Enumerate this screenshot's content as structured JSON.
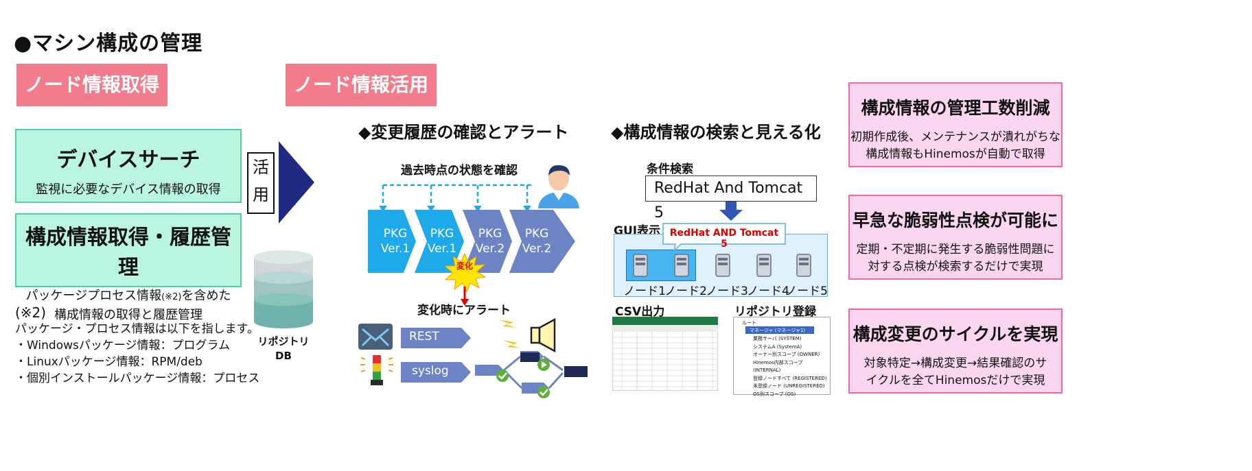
{
  "title": "●マシン構成の管理",
  "tags": {
    "acquire": "ノード情報取得",
    "utilize": "ノード情報活用"
  },
  "device_search": {
    "title": "デバイスサーチ",
    "desc": "監視に必要なデバイス情報の取得"
  },
  "config_box": {
    "title": "構成情報取得・履歴管理",
    "desc_line1a": "パッケージプロセス情報",
    "desc_line1b": "(※2)",
    "desc_line1c": "を含めた",
    "desc_line2": "構成情報の取得と履歴管理"
  },
  "note": {
    "head": "(※2)",
    "lines": [
      "パッケージ・プロセス情報は以下を指します。",
      "・Windowsパッケージ情報：プログラム",
      "・Linuxパッケージ情報：RPM/deb",
      "・個別インストールパッケージ情報：プロセス"
    ]
  },
  "utilize_label": [
    "活",
    "用"
  ],
  "db_label": [
    "リポジトリ",
    "DB"
  ],
  "history": {
    "heading": "◆変更履歴の確認とアラート",
    "past_label": "過去時点の状態を確認",
    "pkgs": [
      [
        "PKG",
        "Ver.1"
      ],
      [
        "PKG",
        "Ver.1"
      ],
      [
        "PKG",
        "Ver.2"
      ],
      [
        "PKG",
        "Ver.2"
      ]
    ],
    "change_badge": "変化",
    "alert_label": "変化時にアラート",
    "rest": "REST",
    "syslog": "syslog"
  },
  "search": {
    "heading": "◆構成情報の検索と見える化",
    "condition_label": "条件検索",
    "query": "RedHat And Tomcat 5",
    "gui_label": "GUI表示",
    "callout": "RedHat AND Tomcat 5",
    "nodes": [
      "ノード1",
      "ノード2",
      "ノード3",
      "ノード4",
      "ノード5"
    ],
    "csv_label": "CSV出力",
    "repo_label": "リポジトリ登録",
    "tree": [
      "ルート",
      "マネージャ (マネージャ1)",
      "業務サーバ (SYSTEM)",
      "システムA (SystemA)",
      "オーナー別スコープ (OWNER)",
      "Hinemos内部スコープ (INTERNAL)",
      "登録ノードすべて (REGISTERED)",
      "未登録ノード (UNREGISTERED)",
      "OS別スコープ (OS)"
    ]
  },
  "benefits": [
    {
      "title": "構成情報の管理工数削減",
      "lines": [
        "初期作成後、メンテナンスが潰れがちな",
        "構成情報もHinemosが自動で取得"
      ]
    },
    {
      "title": "早急な脆弱性点検が可能に",
      "lines": [
        "定期・不定期に発生する脆弱性問題に",
        "対する点検が検索するだけで実現"
      ]
    },
    {
      "title": "構成変更のサイクルを実現",
      "lines": [
        "対象特定→構成変更→結果確認のサ",
        "イクルを全てHinemosだけで実現"
      ]
    }
  ],
  "colors": {
    "tag": "#f37c8c",
    "green_fill": "#b9f5df",
    "green_border": "#4fd29b",
    "pink_fill": "#fcd6f0",
    "pink_border": "#f06aa0",
    "pkg_light": "#1eaaea",
    "pkg_dark": "#6c84c4",
    "navy": "#1f2a80"
  }
}
